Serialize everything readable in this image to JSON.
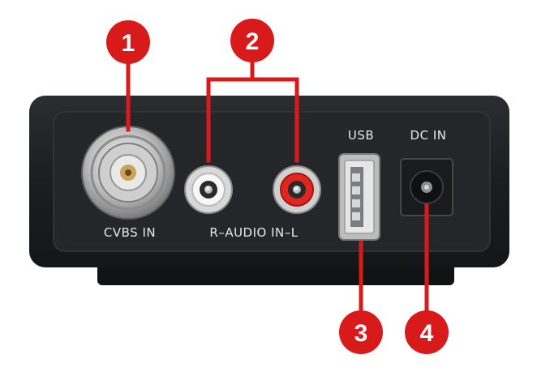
{
  "device": {
    "labels": {
      "cvbs": "CVBS IN",
      "audio": "R–AUDIO IN–L",
      "usb": "USB",
      "dc": "DC IN"
    }
  },
  "callouts": [
    {
      "number": "1",
      "color": "#d91a1a"
    },
    {
      "number": "2",
      "color": "#d91a1a"
    },
    {
      "number": "3",
      "color": "#d91a1a"
    },
    {
      "number": "4",
      "color": "#d91a1a"
    }
  ],
  "colors": {
    "body": "#1e1f21",
    "panel": "#2a2b2e",
    "accent_red": "#d91a1a"
  }
}
